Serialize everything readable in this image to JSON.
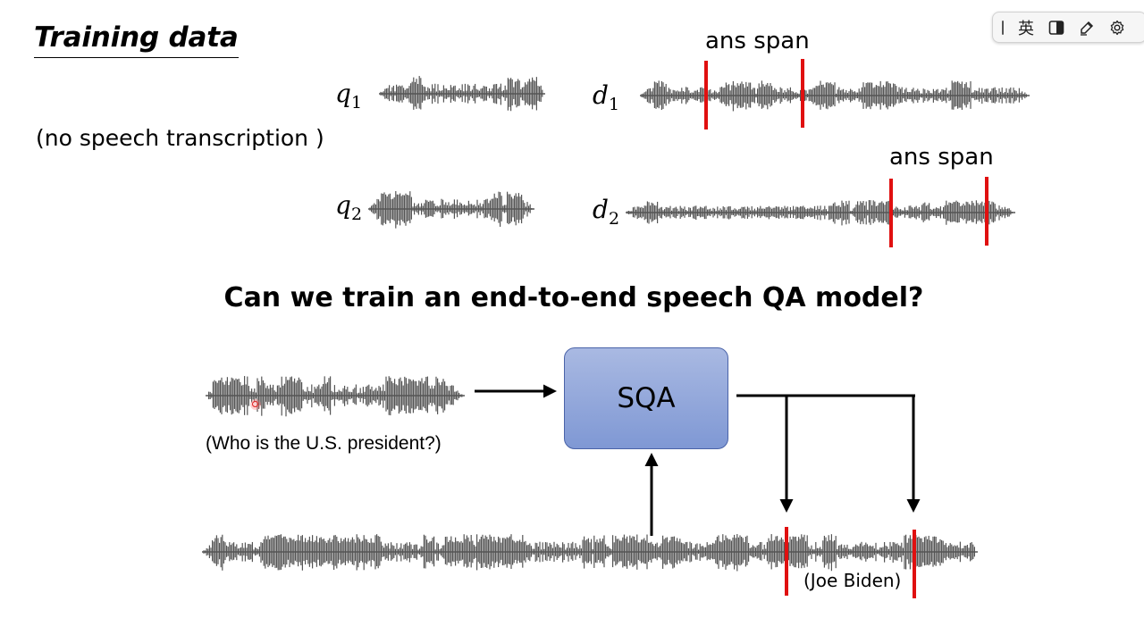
{
  "slide": {
    "title": "Training data",
    "note": "(no speech transcription )",
    "question": "Can we train an end-to-end speech QA model?"
  },
  "pairs": [
    {
      "q": "q",
      "q_sub": "1",
      "d": "d",
      "d_sub": "1",
      "ans_label": "ans span"
    },
    {
      "q": "q",
      "q_sub": "2",
      "d": "d",
      "d_sub": "2",
      "ans_label": "ans span"
    }
  ],
  "model": {
    "box_label": "SQA",
    "input_caption": "(Who is the U.S. president?)",
    "answer_caption": "(Joe Biden)"
  },
  "ime_toolbar": {
    "mode_label": "英",
    "icons": [
      "half-width-icon",
      "pen-icon",
      "settings-icon"
    ]
  },
  "colors": {
    "waveform": "#555555",
    "answer_marker": "#e01010",
    "sqa_box_top": "#a9b9e2",
    "sqa_box_bottom": "#7f98d4",
    "sqa_box_border": "#4a63a8"
  }
}
